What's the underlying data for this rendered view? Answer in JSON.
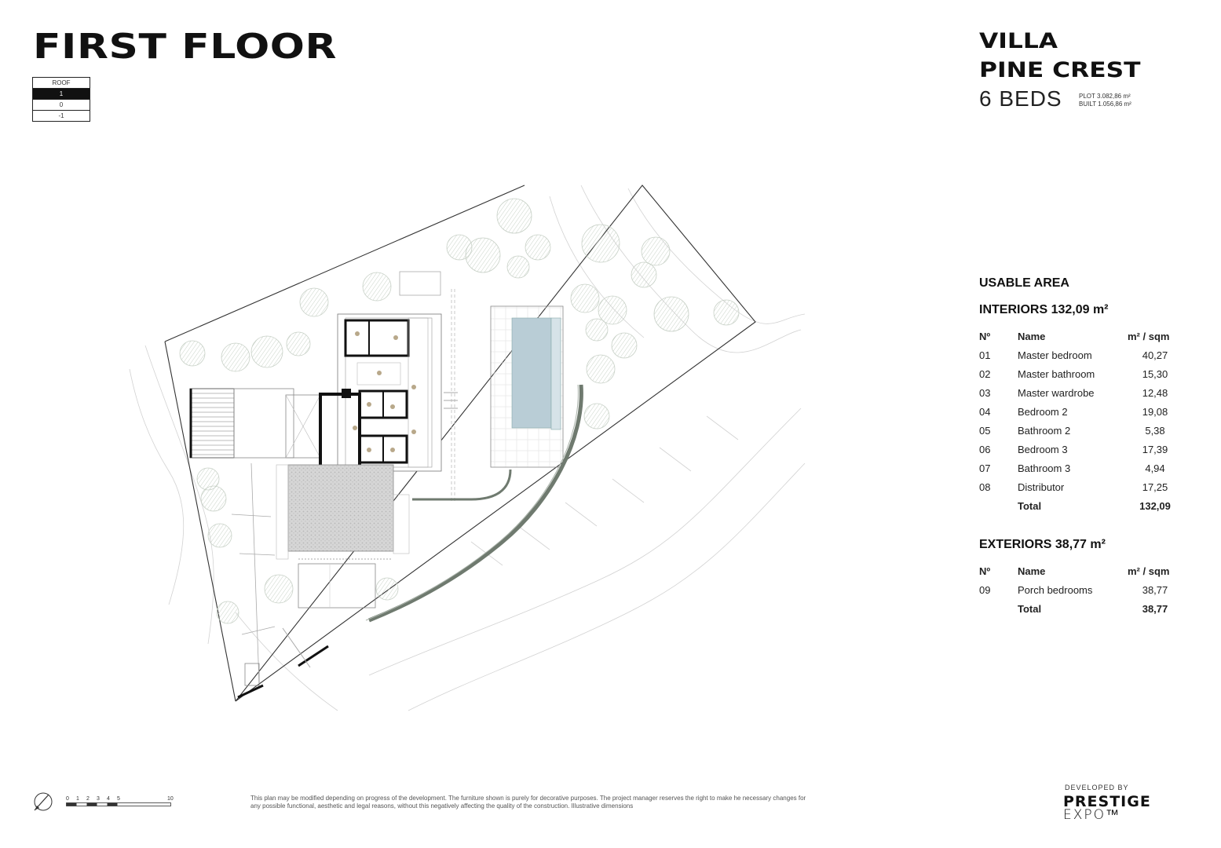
{
  "header": {
    "title": "FIRST FLOOR",
    "levels": [
      "ROOF",
      "1",
      "0",
      "-1"
    ],
    "active_level": "1"
  },
  "villa": {
    "name_line1": "VILLA",
    "name_line2": "PINE CREST",
    "beds": "6 BEDS",
    "plot": "PLOT 3.082,86 m²",
    "built": "BUILT 1.056,86 m²"
  },
  "usable_area": {
    "title": "USABLE AREA",
    "interiors": {
      "title": "INTERIORS 132,09 m²",
      "headers": {
        "no": "Nº",
        "name": "Name",
        "value": "m² / sqm"
      },
      "rows": [
        {
          "no": "01",
          "name": "Master bedroom",
          "value": "40,27"
        },
        {
          "no": "02",
          "name": "Master bathroom",
          "value": "15,30"
        },
        {
          "no": "03",
          "name": "Master wardrobe",
          "value": "12,48"
        },
        {
          "no": "04",
          "name": "Bedroom 2",
          "value": "19,08"
        },
        {
          "no": "05",
          "name": "Bathroom 2",
          "value": "5,38"
        },
        {
          "no": "06",
          "name": "Bedroom 3",
          "value": "17,39"
        },
        {
          "no": "07",
          "name": "Bathroom 3",
          "value": "4,94"
        },
        {
          "no": "08",
          "name": "Distributor",
          "value": "17,25"
        }
      ],
      "total_label": "Total",
      "total_value": "132,09"
    },
    "exteriors": {
      "title": "EXTERIORS 38,77 m²",
      "headers": {
        "no": "Nº",
        "name": "Name",
        "value": "m² / sqm"
      },
      "rows": [
        {
          "no": "09",
          "name": "Porch bedrooms",
          "value": "38,77"
        }
      ],
      "total_label": "Total",
      "total_value": "38,77"
    }
  },
  "footer": {
    "scale_labels": [
      "0",
      "1",
      "2",
      "3",
      "4",
      "5",
      "10"
    ],
    "disclaimer": "This plan may be modified depending on progress of the development. The furniture shown is purely for decorative purposes. The project manager reserves the right to make he necessary changes for any possible functional, aesthetic and legal reasons, without this negatively affecting the quality of the construction. Illustrative dimensions",
    "developed_by": "DEVELOPED BY",
    "brand_main": "PRESTIGE",
    "brand_sub": "EXPO™"
  },
  "colors": {
    "ink": "#111111",
    "tree": "#dfe6de",
    "pool": "#b9cdd6",
    "paving": "#cfcfcf"
  }
}
